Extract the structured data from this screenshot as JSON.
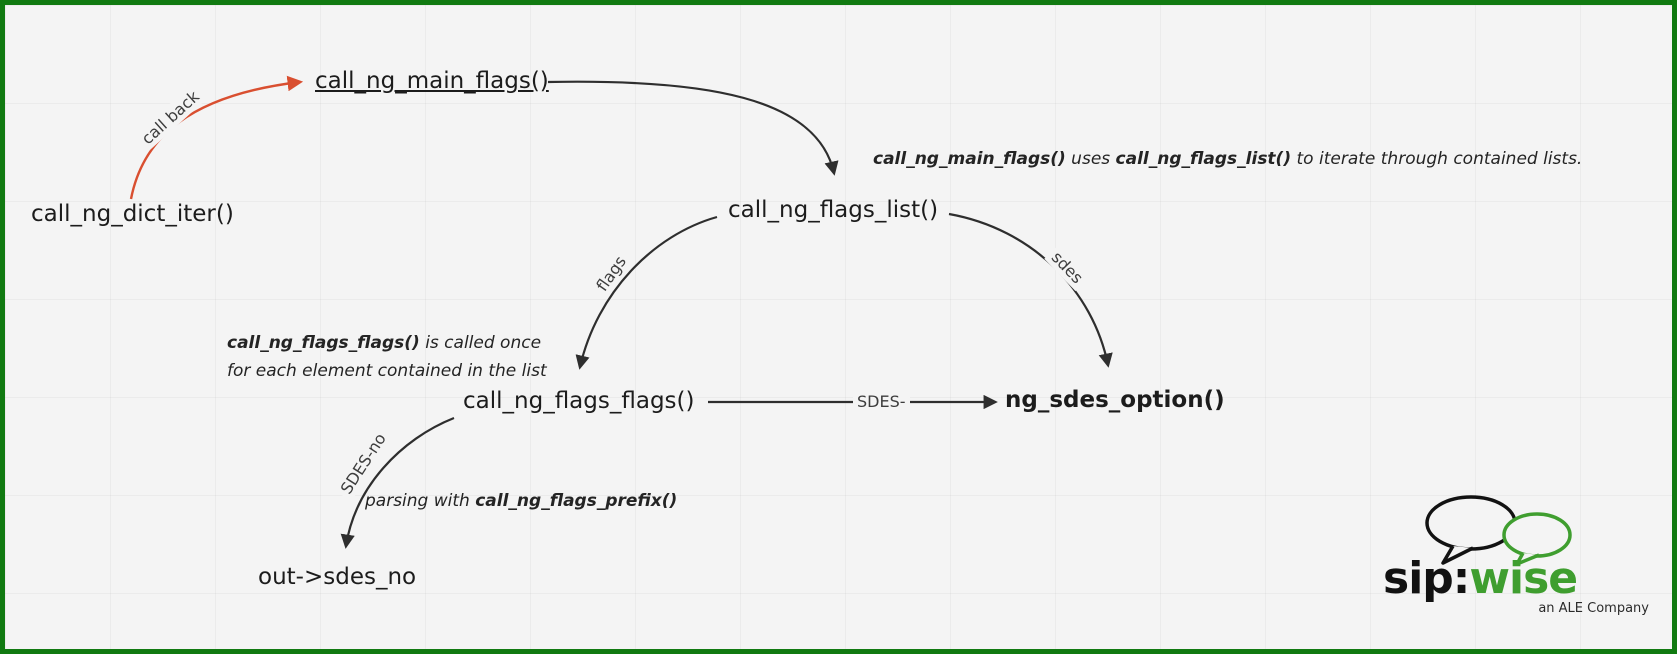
{
  "nodes": {
    "dict_iter": "call_ng_dict_iter()",
    "main_flags": "call_ng_main_flags()",
    "flags_list": "call_ng_flags_list()",
    "flags_flags": "call_ng_flags_flags()",
    "sdes_option": "ng_sdes_option()",
    "out_sdes_no": "out->sdes_no"
  },
  "edge_labels": {
    "call_back": "call back",
    "flags": "flags",
    "sdes": "sdes",
    "sdes_dash": "SDES-",
    "sdes_no": "SDES-no"
  },
  "annotations": {
    "main_flags_note": {
      "fn1": "call_ng_main_flags()",
      "mid": " uses ",
      "fn2": "call_ng_flags_list()",
      "tail": " to iterate through contained lists."
    },
    "flags_flags_note": {
      "fn": "call_ng_flags_flags()",
      "rest_line1": " is called once",
      "line2": "for each element contained in the list"
    },
    "prefix_note": {
      "lead": "parsing with ",
      "fn": "call_ng_flags_prefix()"
    }
  },
  "logo": {
    "brand_sip": "sip:",
    "brand_wise": "wise",
    "tagline": "an ALE Company"
  },
  "colors": {
    "border_green": "#117a11",
    "arrow_red": "#d94f30",
    "arrow_black": "#2e2e2e",
    "logo_green": "#3f9e2f"
  }
}
